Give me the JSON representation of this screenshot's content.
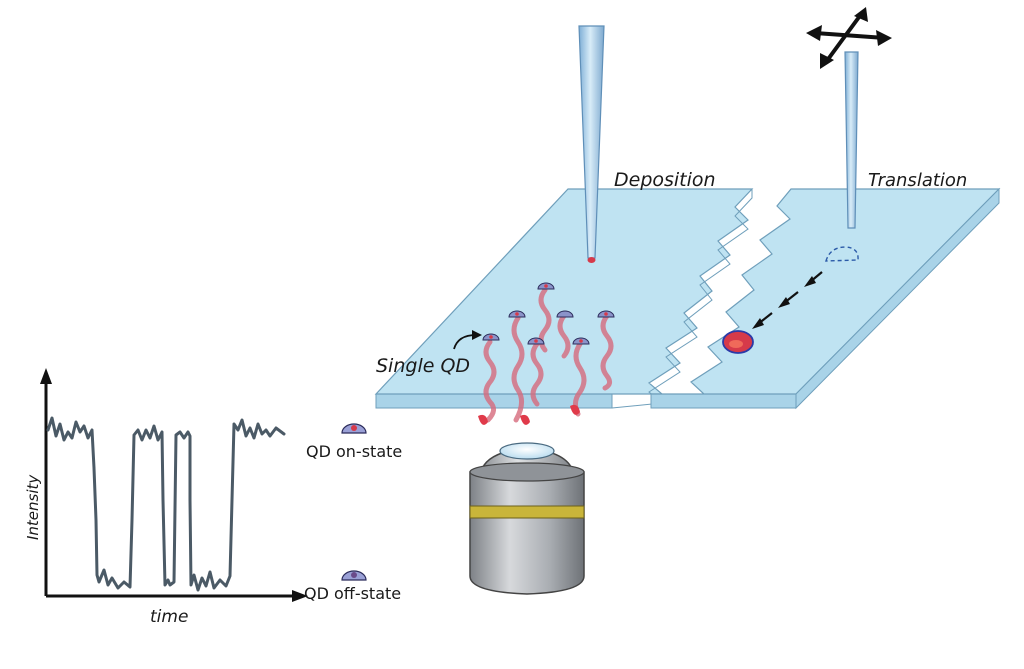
{
  "labels": {
    "deposition": "Deposition",
    "translation": "Translation",
    "single_qd": "Single QD",
    "qd_on_state": "QD on-state",
    "qd_off_state": "QD off-state",
    "y_axis": "Intensity",
    "x_axis": "time"
  },
  "colors": {
    "glass": "#bfe3f2",
    "glass_edge": "#8fc3dc",
    "signal": "#4b5a66",
    "emission": "#d66b7d",
    "qd_shell": "#8b93c9",
    "qd_core": "#d63a4a",
    "objective_body": "#9ea3a8",
    "objective_band": "#c9b53a"
  },
  "icons": {
    "move_arrows": "four-way-arrow-icon",
    "qd_dot": "quantum-dot-icon",
    "objective": "microscope-objective-icon",
    "pipette": "micropipette-icon"
  }
}
